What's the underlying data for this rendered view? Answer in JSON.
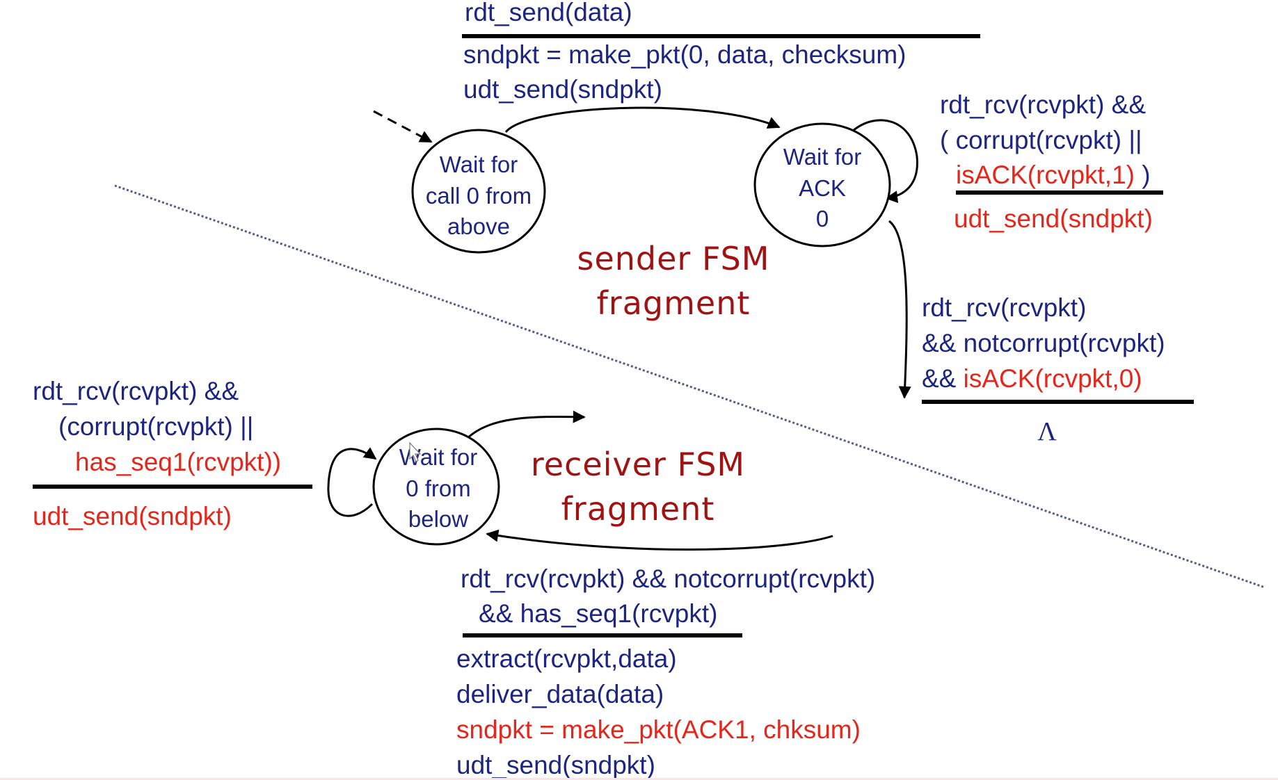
{
  "diagram": {
    "title_sender": [
      "sender FSM",
      "fragment"
    ],
    "title_receiver": [
      "receiver FSM",
      "fragment"
    ],
    "states": {
      "sender_wait_call": [
        "Wait for",
        "call 0 from",
        "above"
      ],
      "sender_wait_ack": [
        "Wait for",
        "ACK",
        "0"
      ],
      "receiver_wait_below": [
        "Wait for",
        "0 from",
        "below"
      ]
    },
    "transitions": {
      "send_data": {
        "event": "rdt_send(data)",
        "actions": [
          "sndpkt = make_pkt(0, data, checksum)",
          "udt_send(sndpkt)"
        ]
      },
      "ack_corrupt_or_wrong": {
        "event_line1": "rdt_rcv(rcvpkt) &&",
        "event_line2": "( corrupt(rcvpkt) ||",
        "event_line3_red": "isACK(rcvpkt,1)",
        "event_line3_tail": " )",
        "action_red": "udt_send(sndpkt)"
      },
      "ack_ok": {
        "event_line1": "rdt_rcv(rcvpkt)",
        "event_line2": "&& notcorrupt(rcvpkt)",
        "event_line3_prefix": "&& ",
        "event_line3_red": "isACK(rcvpkt,0)",
        "action": "Λ"
      },
      "receiver_dup": {
        "event_line1": "rdt_rcv(rcvpkt) &&",
        "event_line2": "(corrupt(rcvpkt) ||",
        "event_line3_red": "has_seq1(rcvpkt))",
        "action_red": "udt_send(sndpkt)"
      },
      "receiver_ok": {
        "event_line1": "rdt_rcv(rcvpkt) && notcorrupt(rcvpkt)",
        "event_line2": "&& has_seq1(rcvpkt)",
        "actions": [
          "extract(rcvpkt,data)",
          "deliver_data(data)"
        ],
        "action_red": "sndpkt = make_pkt(ACK1, chksum)",
        "action_last": "udt_send(sndpkt)"
      }
    },
    "colors": {
      "text": "#1c2580",
      "highlight": "#e5261b",
      "title": "#a11212"
    }
  }
}
